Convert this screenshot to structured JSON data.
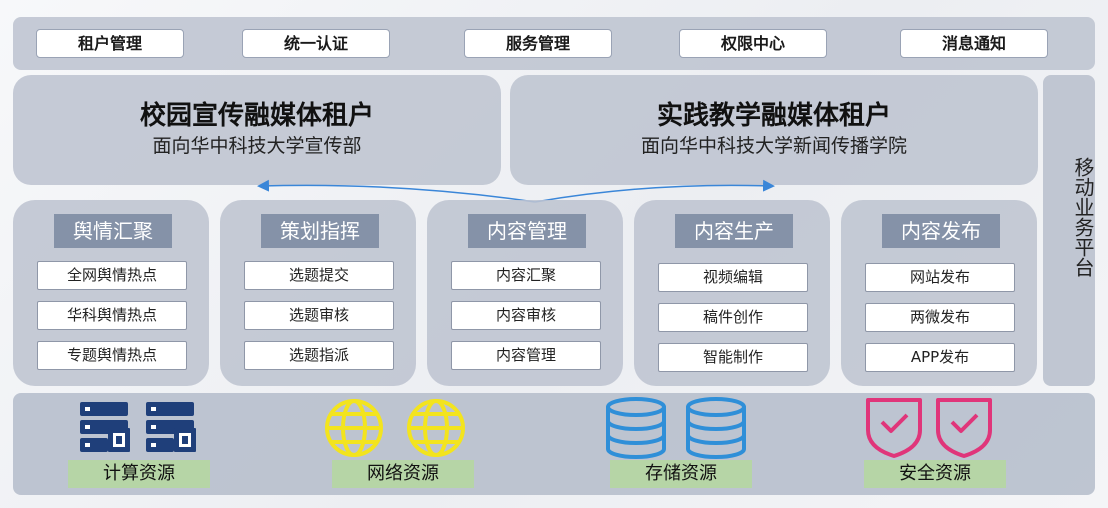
{
  "top_bar": {
    "items": [
      "租户管理",
      "统一认证",
      "服务管理",
      "权限中心",
      "消息通知"
    ]
  },
  "tenants": [
    {
      "title": "校园宣传融媒体租户",
      "subtitle": "面向华中科技大学宣传部"
    },
    {
      "title": "实践教学融媒体租户",
      "subtitle": "面向华中科技大学新闻传播学院"
    }
  ],
  "side_label": "移动业务平台",
  "modules": [
    {
      "title": "舆情汇聚",
      "items": [
        "全网舆情热点",
        "华科舆情热点",
        "专题舆情热点"
      ]
    },
    {
      "title": "策划指挥",
      "items": [
        "选题提交",
        "选题审核",
        "选题指派"
      ]
    },
    {
      "title": "内容管理",
      "items": [
        "内容汇聚",
        "内容审核",
        "内容管理"
      ]
    },
    {
      "title": "内容生产",
      "items": [
        "视频编辑",
        "稿件创作",
        "智能制作"
      ]
    },
    {
      "title": "内容发布",
      "items": [
        "网站发布",
        "两微发布",
        "APP发布"
      ]
    }
  ],
  "resources": [
    {
      "label": "计算资源",
      "icon": "server-chip-icon",
      "color": "#1f3f7a"
    },
    {
      "label": "网络资源",
      "icon": "globe-icon",
      "color": "#f3e41e"
    },
    {
      "label": "存储资源",
      "icon": "database-icon",
      "color": "#2f8fd8"
    },
    {
      "label": "安全资源",
      "icon": "shield-check-icon",
      "color": "#e0357a"
    }
  ]
}
